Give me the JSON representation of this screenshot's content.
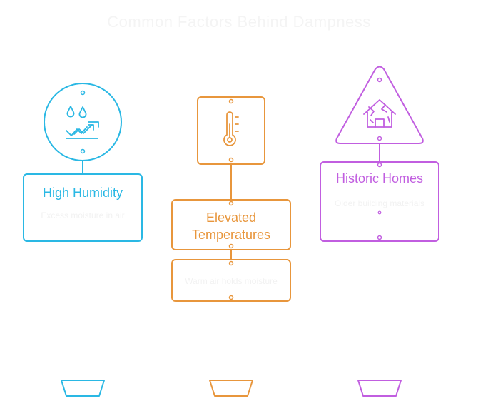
{
  "diagram": {
    "title": "Common Factors Behind Dampness",
    "colors": {
      "blue": "#2ab8e4",
      "orange": "#e8963c",
      "purple": "#c15ee0"
    },
    "columns": [
      {
        "id": "humidity",
        "label": "High Humidity",
        "description": "Excess moisture in air",
        "icon": "water-drops-rising-icon",
        "shape": "circle"
      },
      {
        "id": "temperature",
        "label": "Elevated Temperatures",
        "description": "Warm air holds moisture",
        "icon": "thermometer-icon",
        "shape": "square"
      },
      {
        "id": "historic",
        "label": "Historic Homes",
        "description": "Older building materials",
        "icon": "cracked-house-icon",
        "shape": "triangle"
      }
    ]
  }
}
